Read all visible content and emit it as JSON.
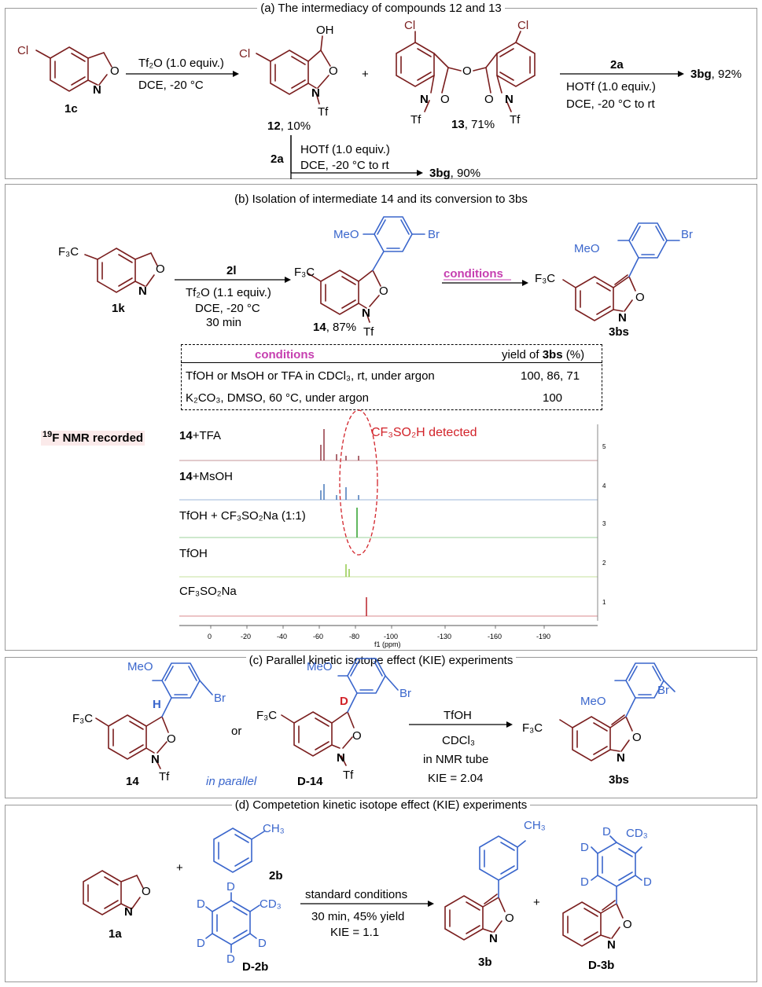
{
  "panel_a": {
    "title": "(a) The intermediacy of compounds 12 and 13",
    "cmpd_1c": "1c",
    "reagent1_top": "Tf₂O (1.0 equiv.)",
    "reagent1_bottom": "DCE, -20 °C",
    "cmpd_12": "12, 10%",
    "plus": "+",
    "cmpd_13": "13, 71%",
    "arrow2_top": "2a",
    "arrow2_mid": "HOTf (1.0 equiv.)",
    "arrow2_bottom": "DCE, -20 °C to rt",
    "product_right": "3bg, 92%",
    "down_reagent": "2a",
    "down_mid": "HOTf (1.0 equiv.)",
    "down_bottom": "DCE, -20 °C to rt",
    "product_down": "3bg, 90%"
  },
  "panel_b": {
    "title": "(b) Isolation of intermediate 14 and its conversion to 3bs",
    "cmpd_1k": "1k",
    "reagent_top": "2l",
    "reagent_l1": "Tf₂O (1.1 equiv.)",
    "reagent_l2": "DCE, -20 °C",
    "reagent_l3": "30 min",
    "cmpd_14": "14, 87%",
    "arrow2": "conditions",
    "cmpd_3bs": "3bs",
    "table": {
      "head_conditions": "conditions",
      "head_yield": "yield of 3bs (%)",
      "rows": [
        {
          "cond": "TfOH or MsOH or TFA in CDCl₃, rt, under argon",
          "yield": "100, 86, 71"
        },
        {
          "cond": "K₂CO₃, DMSO, 60 °C, under argon",
          "yield": "100"
        }
      ]
    },
    "nmr_label": "19F NMR recorded",
    "detected": "CF₃SO₂H detected",
    "traces": [
      {
        "label": "14+TFA",
        "index": "5",
        "color": "#8b2a35"
      },
      {
        "label": "14+MsOH",
        "index": "4",
        "color": "#3a6fb5"
      },
      {
        "label": "TfOH + CF₃SO₂Na (1:1)",
        "index": "3",
        "color": "#3aa637"
      },
      {
        "label": "TfOH",
        "index": "2",
        "color": "#8cc63e"
      },
      {
        "label": "CF₃SO₂Na",
        "index": "1",
        "color": "#b5121b"
      }
    ],
    "xticks": [
      "0",
      "-20",
      "-40",
      "-60",
      "-80",
      "-100",
      "-130",
      "-160",
      "-190"
    ],
    "xlabel": "f1 (ppm)"
  },
  "panel_c": {
    "title": "(c) Parallel kinetic isotope effect (KIE) experiments",
    "cmpd_14": "14",
    "or": "or",
    "in_parallel": "in parallel",
    "cmpd_d14": "D-14",
    "arrow_top": "TfOH",
    "arrow_l1": "CDCl₃",
    "arrow_l2": "in NMR tube",
    "arrow_l3": "KIE = 2.04",
    "cmpd_3bs": "3bs"
  },
  "panel_d": {
    "title": "(d) Competetion kinetic isotope effect (KIE) experiments",
    "cmpd_1a": "1a",
    "plus1": "+",
    "cmpd_2b": "2b",
    "cmpd_d2b": "D-2b",
    "arrow_top": "standard conditions",
    "arrow_l1": "30 min, 45% yield",
    "arrow_l2": "KIE = 1.1",
    "cmpd_3b": "3b",
    "plus2": "+",
    "cmpd_d3b": "D-3b"
  },
  "atoms": {
    "Cl": "Cl",
    "O": "O",
    "N": "N",
    "OH": "OH",
    "Tf": "Tf",
    "Br": "Br",
    "MeO": "MeO",
    "F3C": "F₃C",
    "H": "H",
    "D": "D",
    "CH3": "CH₃",
    "CD3": "CD₃"
  },
  "colors": {
    "bond_dark": "#7a1e1e",
    "bond_blue": "#3a66cc",
    "magenta": "#c63fb0",
    "red": "#d2232a"
  }
}
